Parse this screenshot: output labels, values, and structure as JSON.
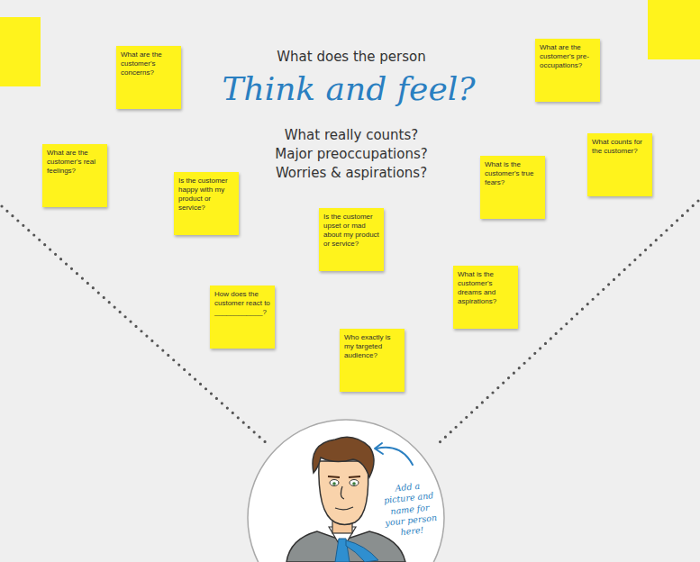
{
  "diagram": {
    "title": "Think and feel?",
    "nodes": [
      {
        "text": [
          "What are the customer's concerns?"
        ]
      },
      {
        "text": [
          "What are the customer's pre-occupations?"
        ]
      },
      {
        "text": [
          "What counts for the customer?"
        ]
      },
      {
        "text": [
          "What are the customer's real feelings?"
        ]
      },
      {
        "text": [
          "What is the customer's true fears?"
        ]
      },
      {
        "text": [
          "Is the customer happy with my product or service?"
        ]
      },
      {
        "text": [
          "Is the customer upset or mad about my product or service?"
        ]
      },
      {
        "text": [
          "What is the customer's dreams and aspirations?"
        ]
      },
      {
        "text": [
          "How does the customer react to ____________?"
        ]
      },
      {
        "text": [
          "Who exactly is my targeted audience?"
        ]
      },
      {
        "text": [
          "Add a picture and name for your person here!"
        ]
      }
    ],
    "edges": [],
    "labels": [
      "What does the person",
      "What really counts?",
      "Major preoccupations?",
      "Worries & aspirations?"
    ]
  }
}
